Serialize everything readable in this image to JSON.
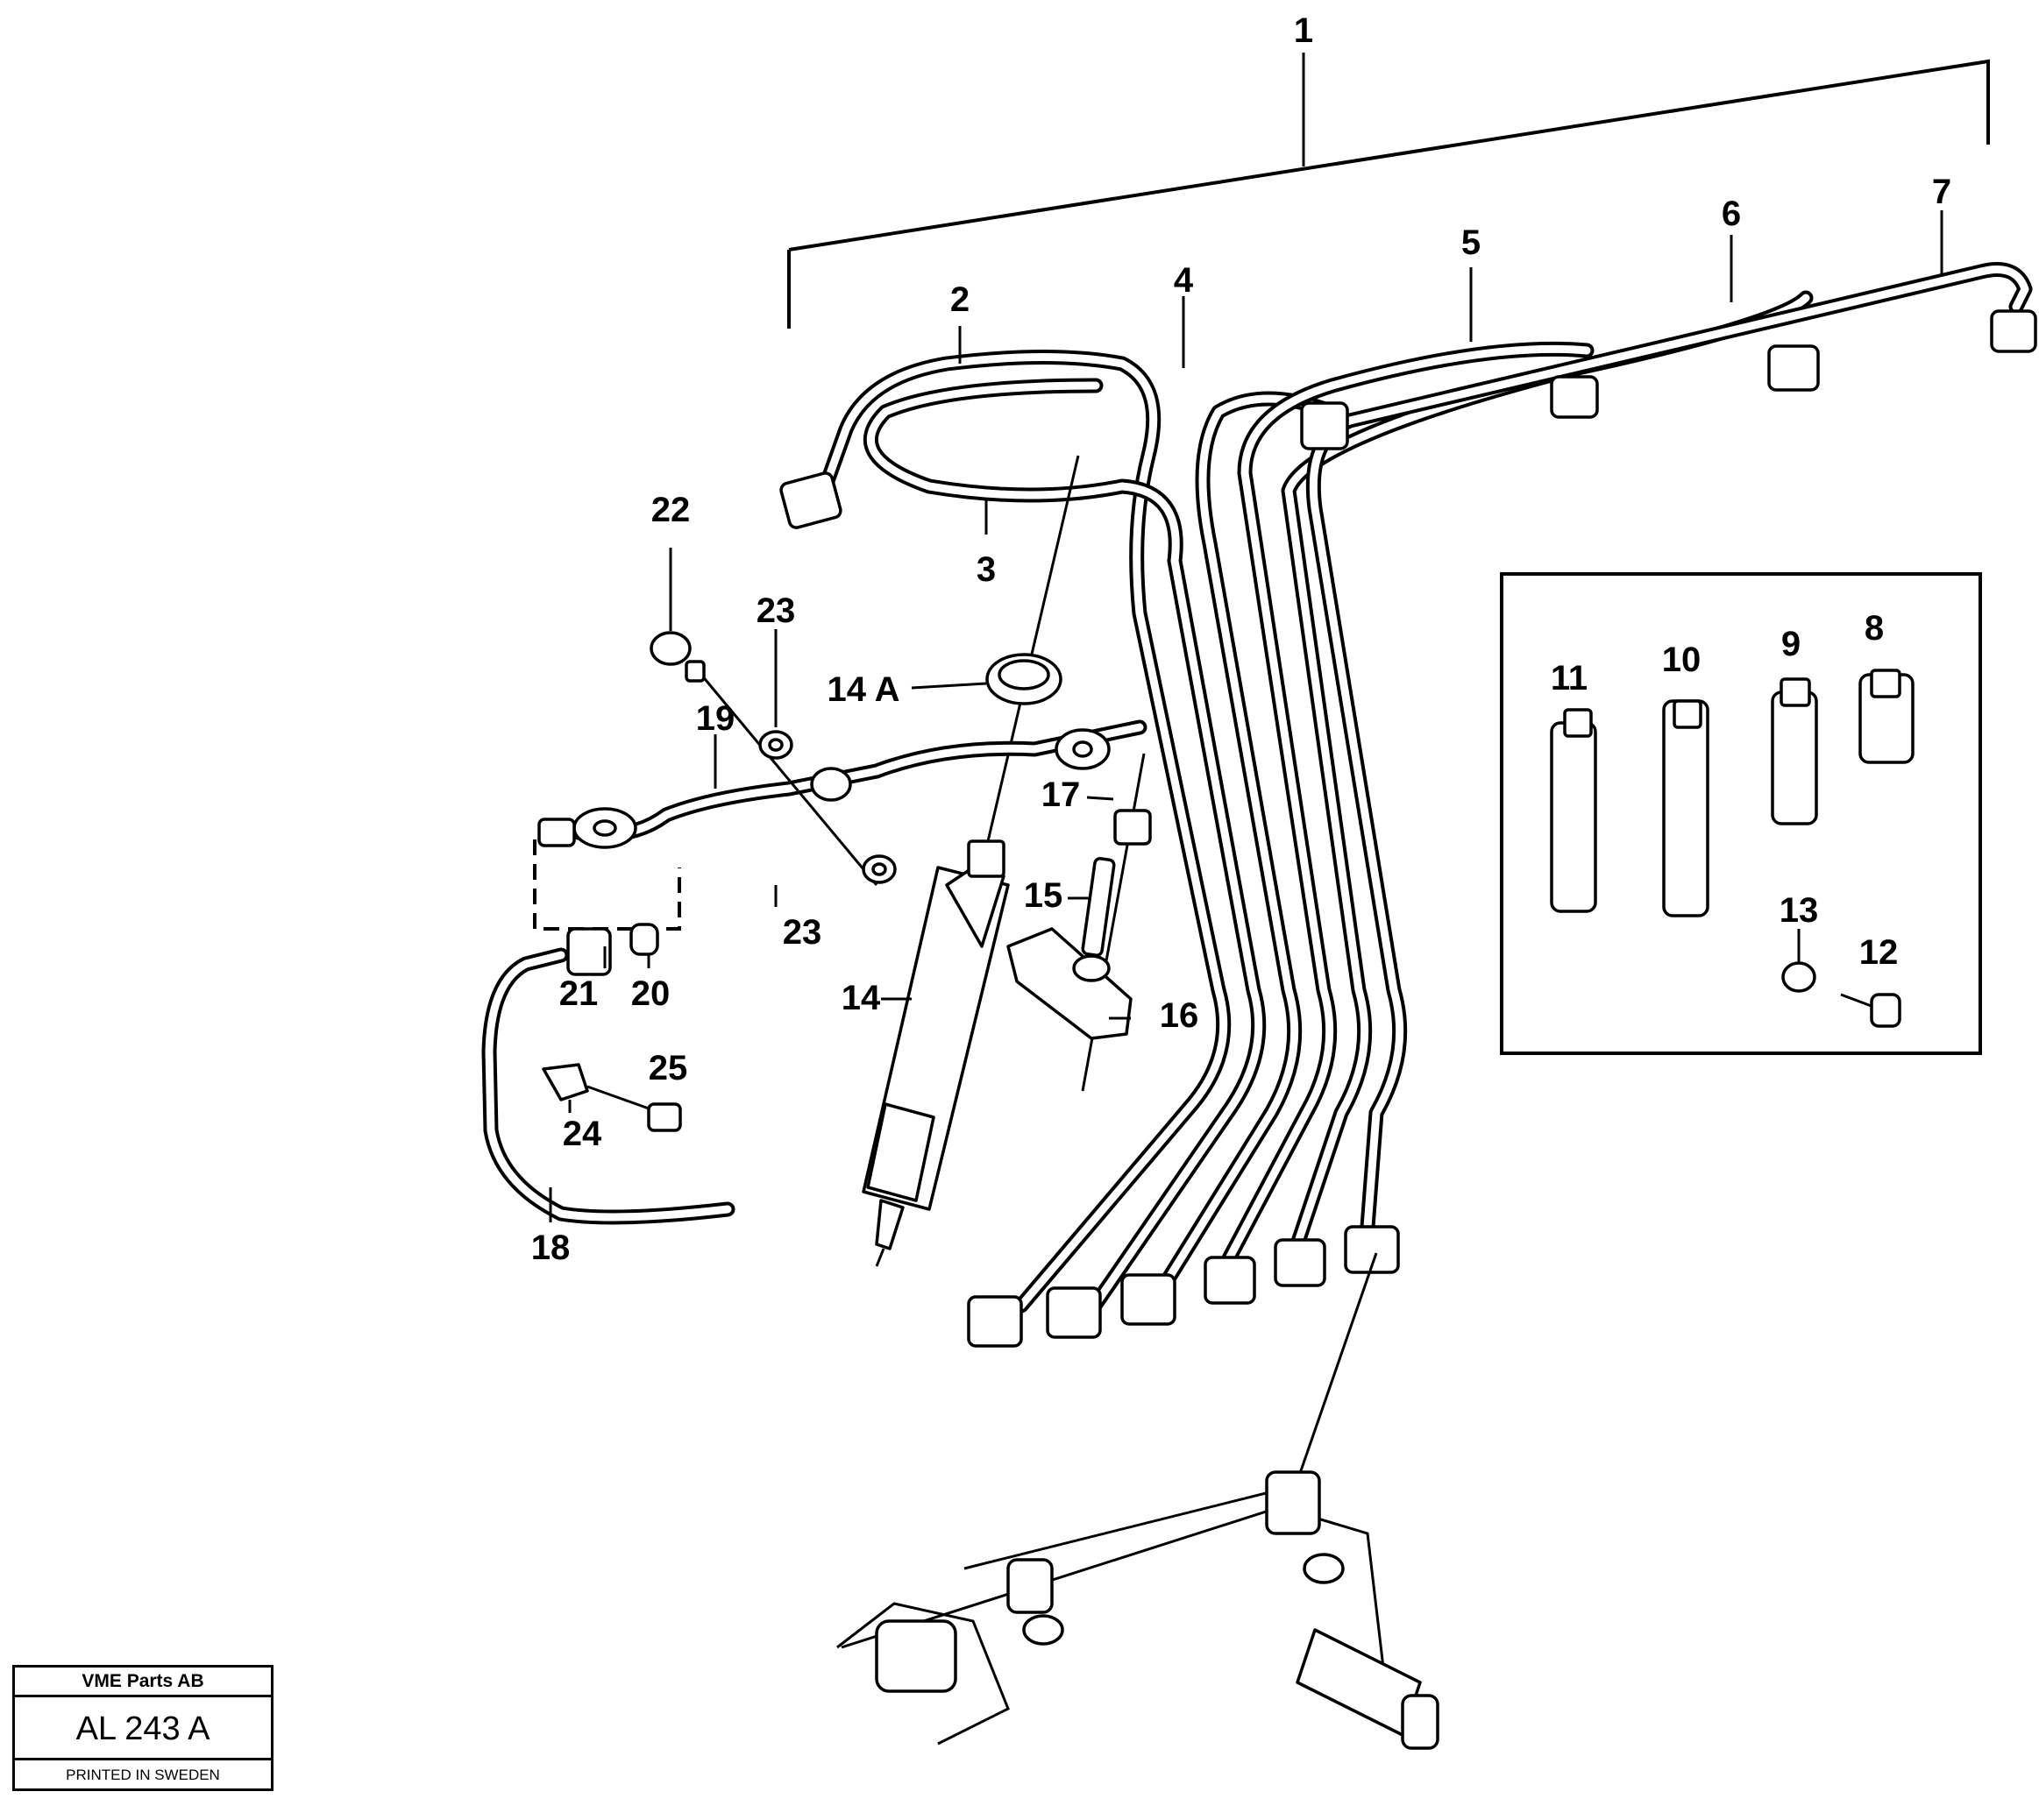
{
  "callouts": {
    "c1": "1",
    "c2": "2",
    "c3": "3",
    "c4": "4",
    "c5": "5",
    "c6": "6",
    "c7": "7",
    "c8": "8",
    "c9": "9",
    "c10": "10",
    "c11": "11",
    "c12": "12",
    "c13": "13",
    "c14": "14",
    "c14a": "14 A",
    "c15": "15",
    "c16": "16",
    "c17": "17",
    "c18": "18",
    "c19": "19",
    "c20": "20",
    "c21": "21",
    "c22": "22",
    "c23a": "23",
    "c23b": "23",
    "c24": "24",
    "c25": "25"
  },
  "titleblock": {
    "company": "VME Parts AB",
    "code": "AL 243 A",
    "printed": "PRINTED IN SWEDEN"
  }
}
